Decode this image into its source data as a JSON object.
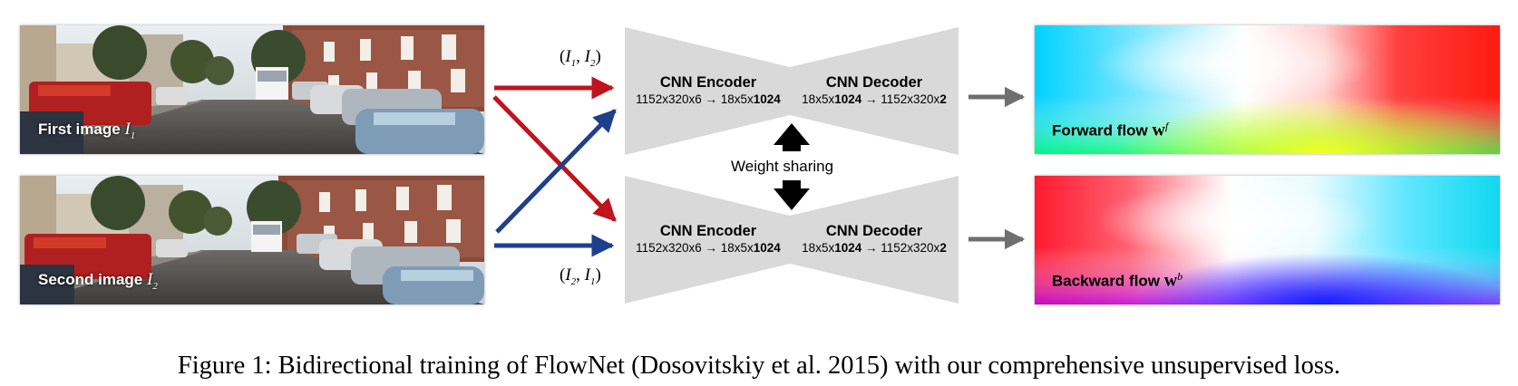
{
  "inputs": {
    "first": {
      "label": "First image",
      "symbol": "I",
      "subscript": "1"
    },
    "second": {
      "label": "Second image",
      "symbol": "I",
      "subscript": "2"
    }
  },
  "pairs": {
    "forward": {
      "open": "(",
      "a": "I",
      "a_sub": "1",
      "sep": ", ",
      "b": "I",
      "b_sub": "2",
      "close": ")"
    },
    "backward": {
      "open": "(",
      "a": "I",
      "a_sub": "2",
      "sep": ", ",
      "b": "I",
      "b_sub": "1",
      "close": ")"
    }
  },
  "networks": {
    "top": {
      "encoder": {
        "title": "CNN Encoder",
        "dims_pre": "1152x320x6 → 18x5x",
        "dims_bold": "1024"
      },
      "decoder": {
        "title": "CNN Decoder",
        "dims_pre": "18x5x",
        "dims_bold1": "1024",
        "dims_mid": " → 1152x320x",
        "dims_bold2": "2"
      }
    },
    "bottom": {
      "encoder": {
        "title": "CNN Encoder",
        "dims_pre": "1152x320x6 → 18x5x",
        "dims_bold": "1024"
      },
      "decoder": {
        "title": "CNN Decoder",
        "dims_pre": "18x5x",
        "dims_bold1": "1024",
        "dims_mid": " → 1152x320x",
        "dims_bold2": "2"
      }
    },
    "weight_sharing": "Weight sharing"
  },
  "outputs": {
    "forward": {
      "label": "Forward flow",
      "symbol": "w",
      "superscript": "f"
    },
    "backward": {
      "label": "Backward flow",
      "symbol": "w",
      "superscript": "b"
    }
  },
  "colors": {
    "forward_arrow": "#c0141e",
    "backward_arrow": "#1e3f8c",
    "output_arrow": "#6f6f6f",
    "network_fill": "#d9d9d9",
    "shared_arrow": "#000000"
  },
  "caption": "Figure 1: Bidirectional training of FlowNet (Dosovitskiy et al. 2015) with our comprehensive unsupervised loss."
}
